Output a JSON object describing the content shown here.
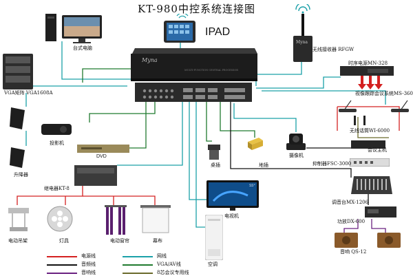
{
  "title": "KT-980中控系统连接图",
  "ipad_label": "IPAD",
  "brand": "Myna",
  "host_caption": "MULTI-FUNCTION CENTRAL PROCESSOR",
  "tv_badge": "55\"",
  "devices": {
    "desktop": "台式电脑",
    "wireless_rx": "无线接收器 RFGW",
    "vga_matrix": "VGA矩阵 VGA1608A",
    "sequencer": "时序电源MN-328",
    "video_conf": "视像跟踪会议系统MS-360",
    "wireless_mic": "无线话筒WI-6000",
    "conf_host": "会议主机",
    "suppressor": "抑制器FSC-3000",
    "projector": "投影机",
    "dvd": "DVD",
    "lift": "升降器",
    "relay": "继电器KT-8",
    "table_box": "桌插",
    "floor_box": "地插",
    "camera": "摄像机",
    "tv": "电视机",
    "mixer": "调音台MX-1206",
    "amp": "功放DX-600",
    "speaker": "音响 QS-12",
    "hanger": "电动吊架",
    "lamp": "灯具",
    "curtain": "电动窗帘",
    "screen": "幕布",
    "ac": "空调"
  },
  "legend": [
    {
      "label": "电源线",
      "color": "#d42020"
    },
    {
      "label": "音频线",
      "color": "#111111"
    },
    {
      "label": "音响线",
      "color": "#6a2080"
    },
    {
      "label": "网线",
      "color": "#1aa0a8"
    },
    {
      "label": "VGA/AV线",
      "color": "#1f7a2e"
    },
    {
      "label": "8芯会议专用线",
      "color": "#6a6a2a"
    }
  ]
}
